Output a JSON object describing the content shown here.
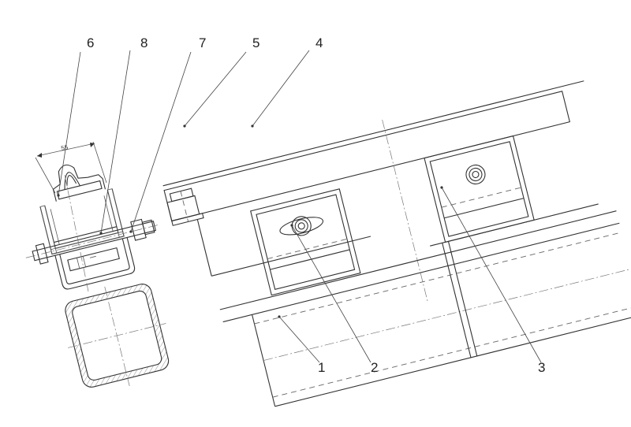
{
  "labels": {
    "l1": "1",
    "l2": "2",
    "l3": "3",
    "l4": "4",
    "l5": "5",
    "l6": "6",
    "l7": "7",
    "l8": "8"
  },
  "dimension": "55",
  "colors": {
    "ink": "#333333",
    "background": "#ffffff"
  }
}
